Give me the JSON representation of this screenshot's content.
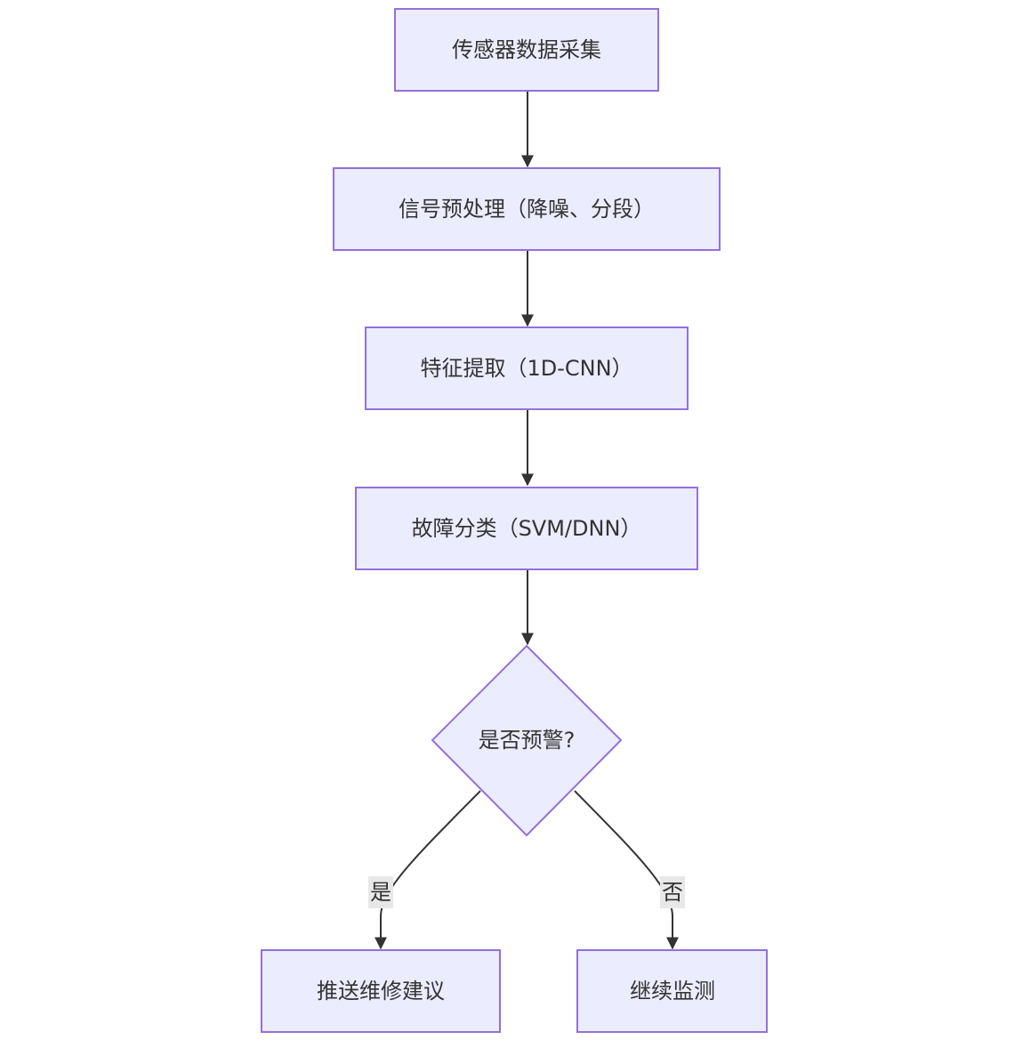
{
  "diagram": {
    "type": "flowchart",
    "colors": {
      "node_fill": "#ECECFF",
      "node_border": "#9370DB",
      "edge": "#333333",
      "text": "#333333",
      "edge_label_bg": "#E8E8E8"
    },
    "nodes": {
      "collect": "传感器数据采集",
      "preprocess": "信号预处理（降噪、分段）",
      "extract": "特征提取（1D-CNN）",
      "classify": "故障分类（SVM/DNN）",
      "decision": "是否预警?",
      "repair": "推送维修建议",
      "monitor": "继续监测"
    },
    "edges": [
      {
        "from": "collect",
        "to": "preprocess",
        "label": ""
      },
      {
        "from": "preprocess",
        "to": "extract",
        "label": ""
      },
      {
        "from": "extract",
        "to": "classify",
        "label": ""
      },
      {
        "from": "classify",
        "to": "decision",
        "label": ""
      },
      {
        "from": "decision",
        "to": "repair",
        "label": "是"
      },
      {
        "from": "decision",
        "to": "monitor",
        "label": "否"
      }
    ]
  }
}
